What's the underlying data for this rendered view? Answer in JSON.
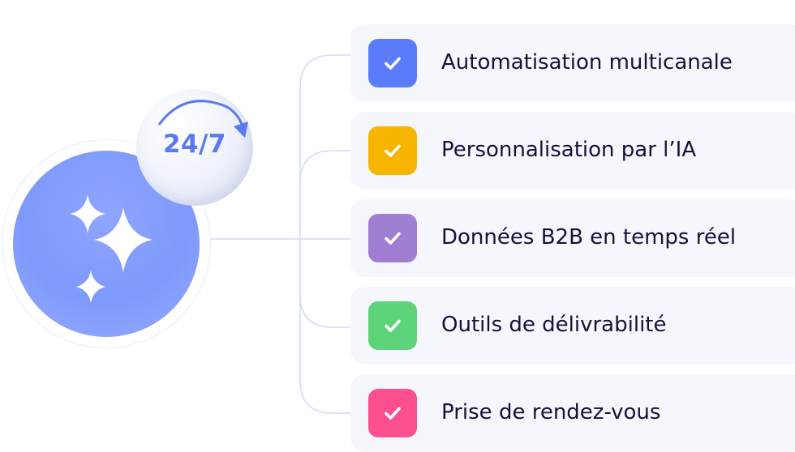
{
  "badge": {
    "text": "24/7"
  },
  "features": [
    {
      "label": "Automatisation multicanale",
      "color": "#5b7cfa"
    },
    {
      "label": "Personnalisation par l’IA",
      "color": "#f7b500"
    },
    {
      "label": "Données B2B en temps réel",
      "color": "#a07fd2"
    },
    {
      "label": "Outils de délivrabilité",
      "color": "#5dd47a"
    },
    {
      "label": " Prise de rendez-vous",
      "color": "#fc4f8f"
    }
  ],
  "icons": {
    "hub": "sparkle-icon",
    "badge": "cycle-arrow-icon",
    "feature": "check-icon"
  },
  "colors": {
    "connector": "#d4dcf3",
    "badge_text": "#5b79f0",
    "card_bg": "#f5f7fc",
    "label_text": "#14123a"
  }
}
